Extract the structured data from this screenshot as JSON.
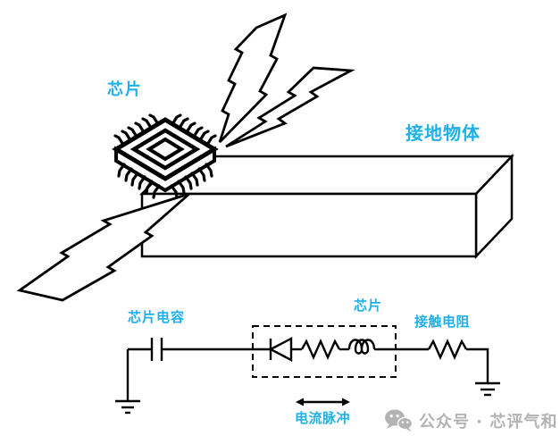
{
  "colors": {
    "label": "#1fb0ea",
    "line": "#000000",
    "watermark": "#b3b3b3",
    "background": "#ffffff"
  },
  "scene": {
    "chip_label": "芯片",
    "grounded_object_label": "接地物体"
  },
  "circuit": {
    "chip_capacitance_label": "芯片电容",
    "chip_label": "芯片",
    "contact_resistance_label": "接触电阻",
    "current_pulse_label": "电流脉冲"
  },
  "watermark": {
    "icon": "wechat-icon",
    "text": "公众号 · 芯评气和"
  }
}
